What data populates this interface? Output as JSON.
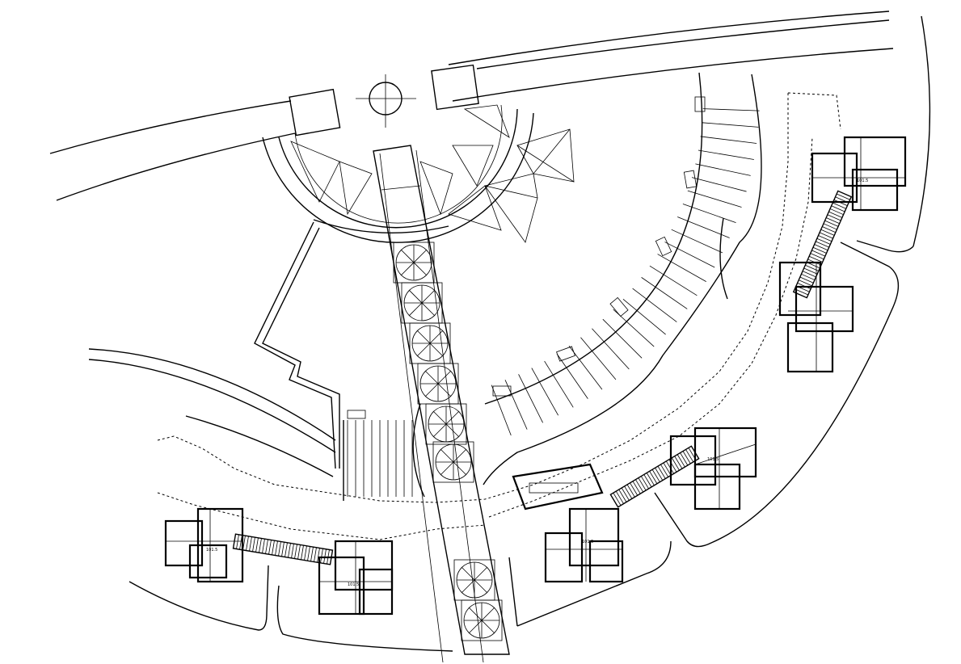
{
  "drawing": {
    "type": "site-plan",
    "line_color": "#000000",
    "background": "#ffffff"
  },
  "unit_labels": {
    "unit_a": "101.5",
    "unit_b": "101.5",
    "unit_c": "101.5",
    "unit_d": "101.5",
    "unit_e": "101.5"
  },
  "icons": {
    "north": "compass-crosshair-icon",
    "canopy": "tent-canopy-icon",
    "paving": "circular-paving-tile-icon"
  }
}
